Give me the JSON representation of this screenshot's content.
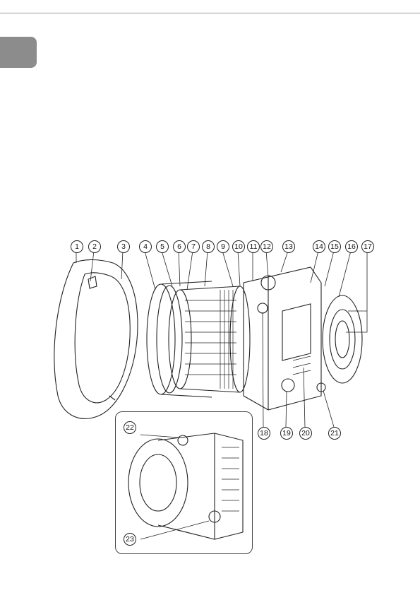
{
  "callouts": [
    "1",
    "2",
    "3",
    "4",
    "5",
    "6",
    "7",
    "8",
    "9",
    "10",
    "11",
    "12",
    "13",
    "14",
    "15",
    "16",
    "17",
    "18",
    "19",
    "20",
    "21",
    "22",
    "23"
  ],
  "colors": {
    "ink": "#222222",
    "tab": "#8c8c8c",
    "rule": "#9a9a9a"
  }
}
